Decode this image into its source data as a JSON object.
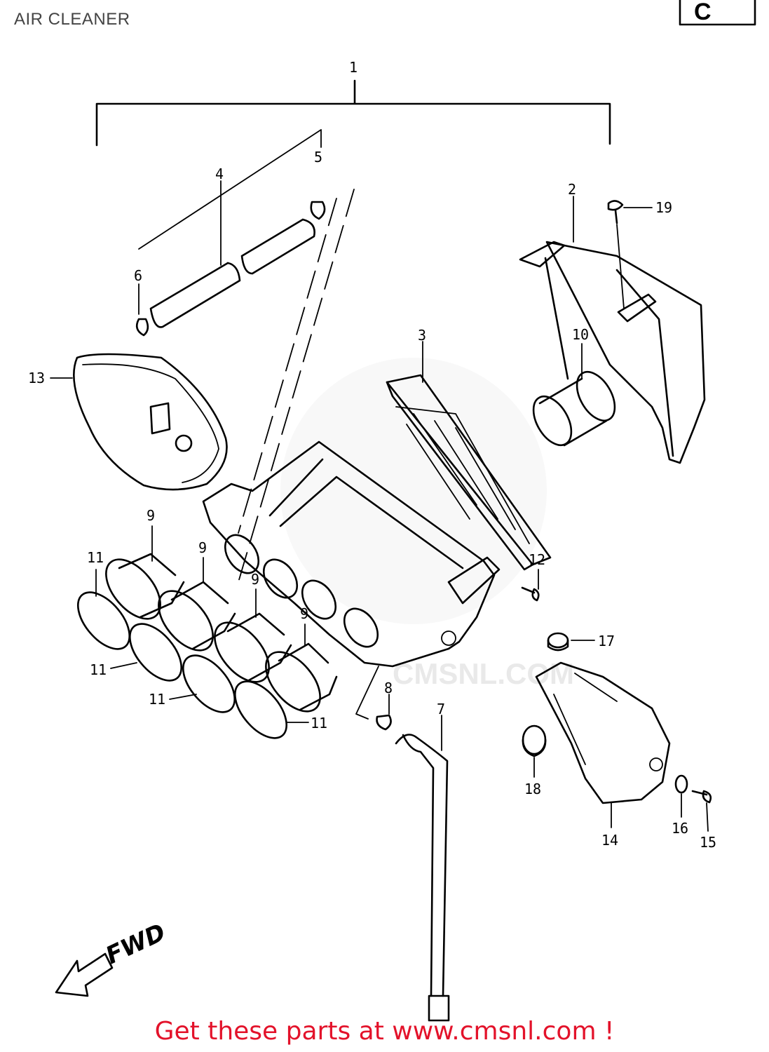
{
  "title": "AIR CLEANER",
  "footer": "Get these parts at www.cmsnl.com !",
  "corner_tab": "C",
  "direction_label": "FWD",
  "watermark_text": "CMSNL.COM",
  "colors": {
    "footer": "#e3122a",
    "title": "#444444",
    "line": "#000000"
  },
  "callouts": [
    {
      "id": "c1",
      "text": "1"
    },
    {
      "id": "c2",
      "text": "2"
    },
    {
      "id": "c3",
      "text": "3"
    },
    {
      "id": "c4",
      "text": "4"
    },
    {
      "id": "c5",
      "text": "5"
    },
    {
      "id": "c6",
      "text": "6"
    },
    {
      "id": "c7",
      "text": "7"
    },
    {
      "id": "c8",
      "text": "8"
    },
    {
      "id": "c9a",
      "text": "9"
    },
    {
      "id": "c9b",
      "text": "9"
    },
    {
      "id": "c9c",
      "text": "9"
    },
    {
      "id": "c9d",
      "text": "9"
    },
    {
      "id": "c10",
      "text": "10"
    },
    {
      "id": "c11a",
      "text": "11"
    },
    {
      "id": "c11b",
      "text": "11"
    },
    {
      "id": "c11c",
      "text": "11"
    },
    {
      "id": "c11d",
      "text": "11"
    },
    {
      "id": "c12",
      "text": "12"
    },
    {
      "id": "c13",
      "text": "13"
    },
    {
      "id": "c14",
      "text": "14"
    },
    {
      "id": "c15",
      "text": "15"
    },
    {
      "id": "c16",
      "text": "16"
    },
    {
      "id": "c17",
      "text": "17"
    },
    {
      "id": "c18",
      "text": "18"
    },
    {
      "id": "c19",
      "text": "19"
    }
  ]
}
